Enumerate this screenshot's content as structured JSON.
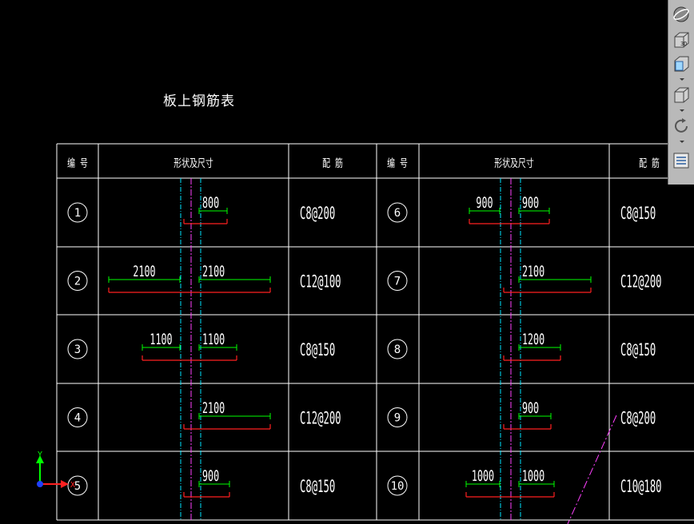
{
  "title": "板上钢筋表",
  "headers": [
    "编 号",
    "形状及尺寸",
    "配 筋",
    "编 号",
    "形状及尺寸",
    "配 筋"
  ],
  "rows_left": [
    {
      "num": "①",
      "spec": "C8@200",
      "dims": [
        "800"
      ]
    },
    {
      "num": "②",
      "spec": "C12@100",
      "dims": [
        "2100",
        "2100"
      ]
    },
    {
      "num": "③",
      "spec": "C8@150",
      "dims": [
        "1100",
        "1100"
      ]
    },
    {
      "num": "④",
      "spec": "C12@200",
      "dims": [
        "2100"
      ]
    },
    {
      "num": "⑤",
      "spec": "C8@150",
      "dims": [
        "900"
      ]
    }
  ],
  "rows_right": [
    {
      "num": "⑥",
      "spec": "C8@150",
      "dims": [
        "900",
        "900"
      ]
    },
    {
      "num": "⑦",
      "spec": "C12@200",
      "dims": [
        "2100"
      ]
    },
    {
      "num": "⑧",
      "spec": "C8@150",
      "dims": [
        "1200"
      ]
    },
    {
      "num": "⑨",
      "spec": "C8@200",
      "dims": [
        "900"
      ]
    },
    {
      "num": "⑩",
      "spec": "C10@180",
      "dims": [
        "1000",
        "1000"
      ]
    }
  ],
  "ucs": {
    "y_label": "Y",
    "x_label": "X"
  },
  "toolbar": {
    "icons": [
      "orbit-icon",
      "view-3d-icon",
      "view-front-icon",
      "view-iso-icon",
      "rotate-icon",
      "properties-icon"
    ],
    "view_3d_label": "3D"
  },
  "colors": {
    "background": "#000000",
    "table_line": "#ffffff",
    "dim_line": "#00ff00",
    "rebar": "#ff2020",
    "axis_cyan": "#00e5ff",
    "axis_magenta": "#ff40ff",
    "toolbar_bg": "#b9b9b9"
  }
}
